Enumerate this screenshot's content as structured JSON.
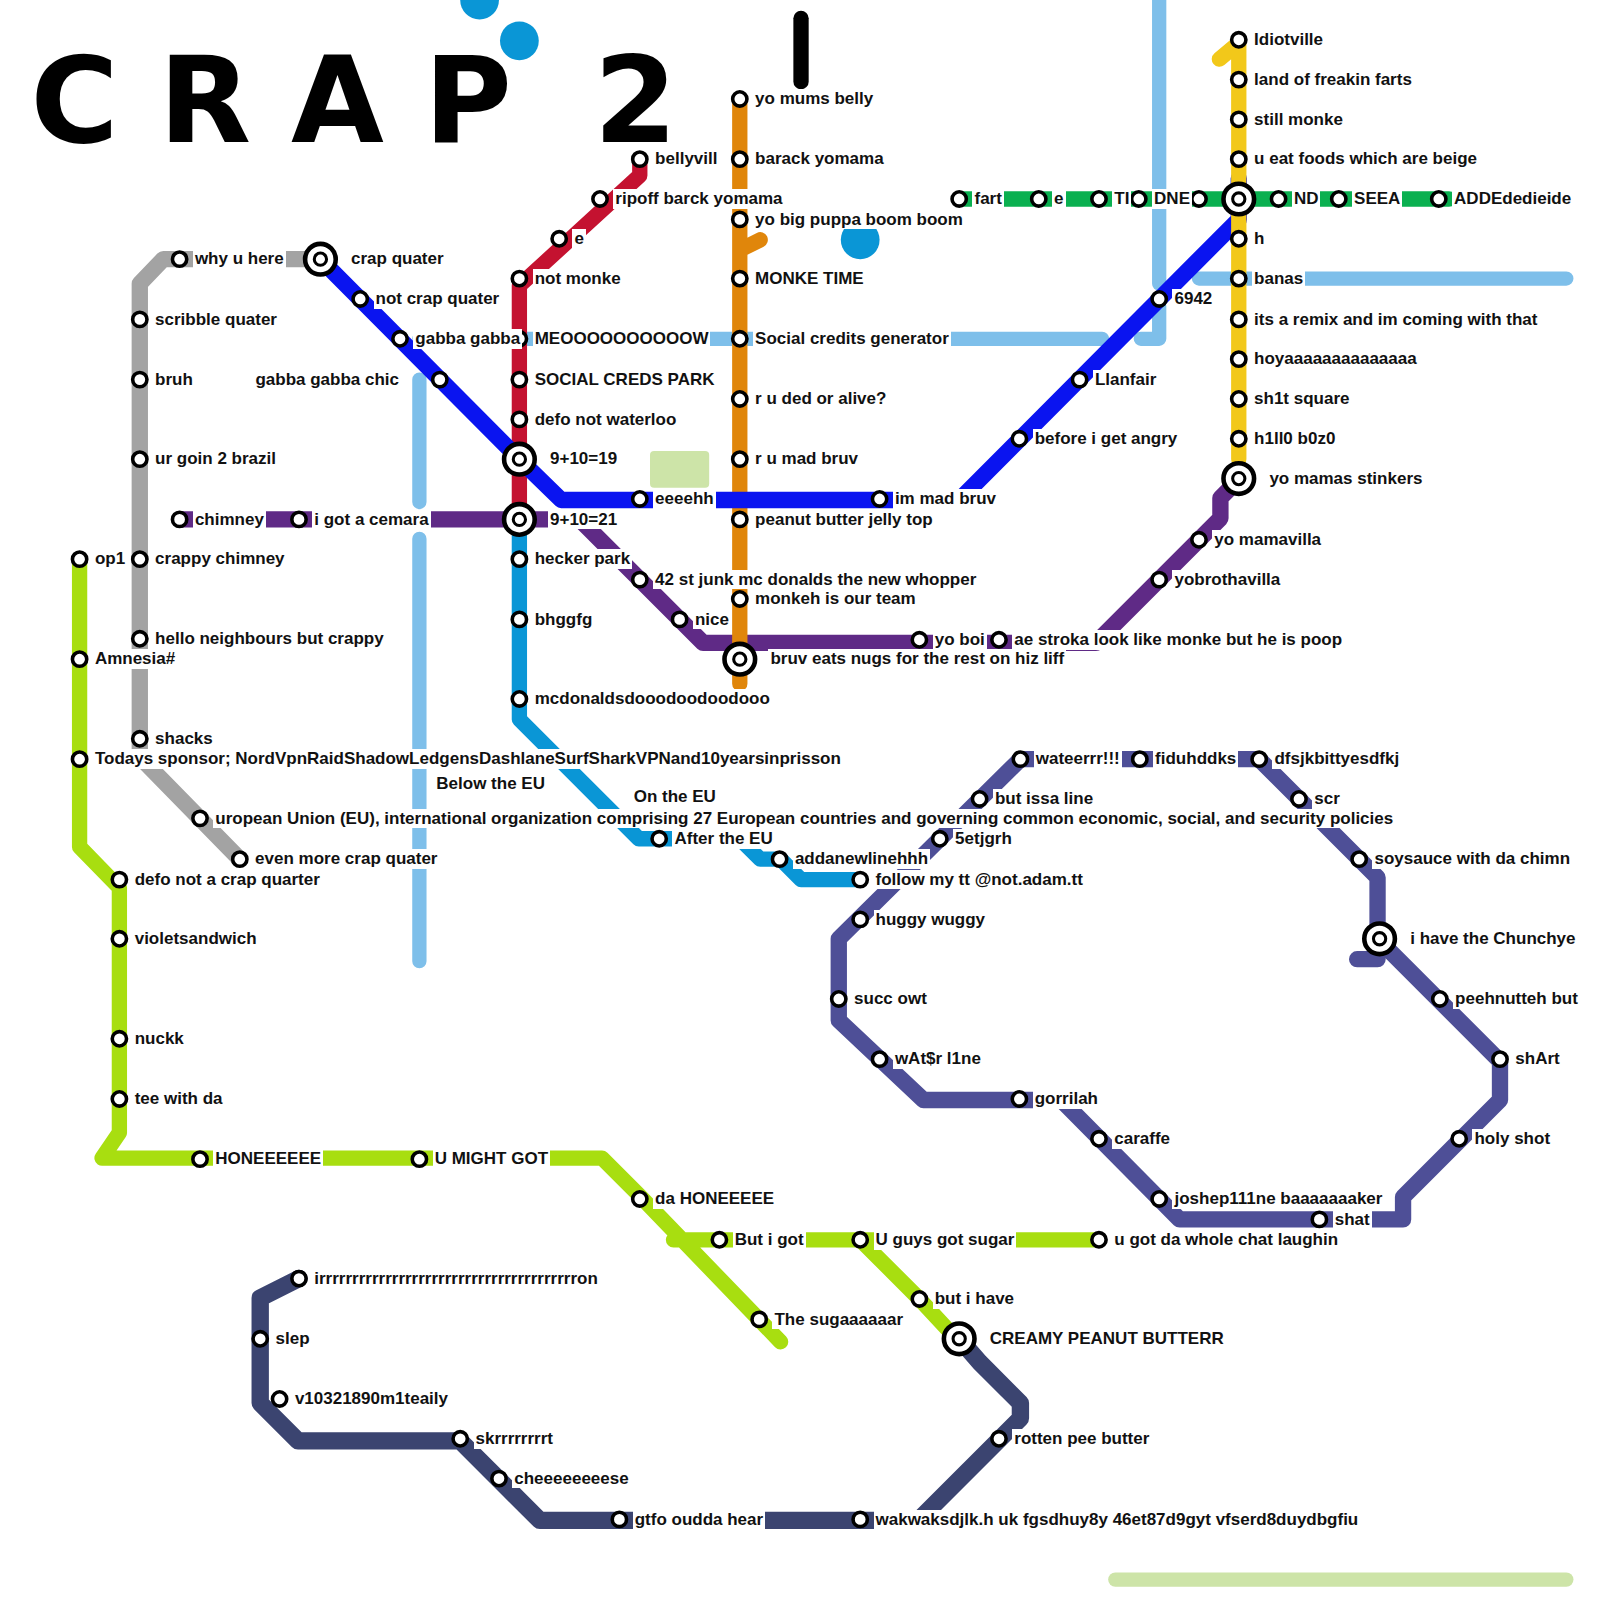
{
  "diagram": {
    "title": "CRAP 2",
    "labels": [
      "yo mums belly",
      "barack yomama",
      "yo big puppa boom boom",
      "MONKE TIME",
      "Social credits generator",
      "r u ded or alive?",
      "r u mad bruv",
      "peanut butter jelly top",
      "monkeh is our team",
      "bruv eats nugs for the rest on hiz liff",
      "bellyvill",
      "ripoff barck yomama",
      "e",
      "not monke",
      "MEOOOOOOOOOOW",
      "SOCIAL CREDS PARK",
      "defo not waterloo",
      "9+10=19",
      "9+10=21",
      "why u here",
      "crap quater",
      "not crap quater",
      "gabba gabba",
      "gabba gabba chic",
      "eeeehh",
      "im mad bruv",
      "before i get angry",
      "Llanfair",
      "6942",
      "Idiotville",
      "land of freakin farts",
      "still monke",
      "u eat foods which are beige",
      "h",
      "banas",
      "its a remix and im coming with that",
      "hoyaaaaaaaaaaaaaa",
      "sh1t square",
      "h1ll0 b0z0",
      "yo mamas stinkers",
      "fart",
      "e",
      "TI",
      "DNE",
      "ND",
      "SEEA",
      "ADDEdedieide",
      "chimney",
      "i got a cemara",
      "42 st junk mc donalds the new whopper",
      "nice",
      "yo boi",
      "ae stroka look like monke but he is poop",
      "yobrothavilla",
      "yo mamavilla",
      "hecker park",
      "bhggfg",
      "mcdonaldsdooodoodoodooo",
      "Below the EU",
      "On the EU",
      "After the EU",
      "addanewlinehhh",
      "follow my tt @not.adam.tt",
      "wateerrr!!!",
      "fiduhddks",
      "dfsjkbittyesdfkj",
      "but issa line",
      "5etjgrh",
      "huggy wuggy",
      "succ owt",
      "wAt$r l1ne",
      "gorrilah",
      "caraffe",
      "joshep111ne baaaaaaaker",
      "shat",
      "holy shot",
      "shArt",
      "peehnutteh but",
      "i have the Chunchye",
      "soysauce with da chimn",
      "scr",
      "scribble quater",
      "bruh",
      "ur goin 2 brazil",
      "crappy chimney",
      "hello neighbours but crappy",
      "shacks",
      "uropean Union (EU), international organization comprising 27 European countries and governing common economic, social, and security policies",
      "even more crap quater",
      "op1",
      "Amnesia#",
      "Todays sponsor; NordVpnRaidShadowLedgensDashlaneSurfSharkVPNand10yearsinprisson",
      "defo not a crap quarter",
      "violetsandwich",
      "nuckk",
      "tee with da",
      "HONEEEEEE",
      "U MIGHT GOT",
      "da HONEEEEE",
      "But i got",
      "U guys got sugar",
      "u got da whole chat laughin",
      "The sugaaaaaar",
      "but i have",
      "CREAMY PEANUT BUTTERR",
      "irrrrrrrrrrrrrrrrrrrrrrrrrrrrrrrrrrrrrrron",
      "slep",
      "v10321890m1teaily",
      "skrrrrrrrrt",
      "cheeeeeeeese",
      "gtfo oudda hear",
      "wakwaksdjlk.h uk fgsdhuy8y 46et87d9gyt vfserd8duydbgfiu",
      "rotten pee butter"
    ]
  }
}
